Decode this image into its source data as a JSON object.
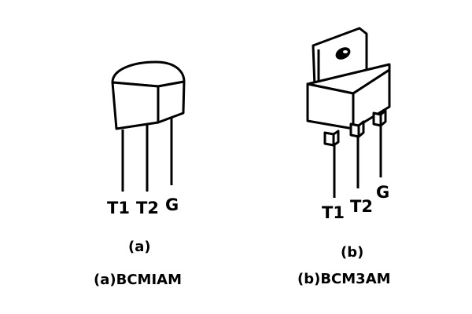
{
  "package_a": {
    "pins": [
      "T1",
      "T2",
      "G"
    ],
    "sub_label": "(a)",
    "caption": "(a)BCMIAM"
  },
  "package_b": {
    "pins": [
      "T1",
      "T2",
      "G"
    ],
    "sub_label": "(b)",
    "caption": "(b)BCM3AM"
  },
  "colors": {
    "ink": "#000000",
    "background": "#ffffff"
  }
}
